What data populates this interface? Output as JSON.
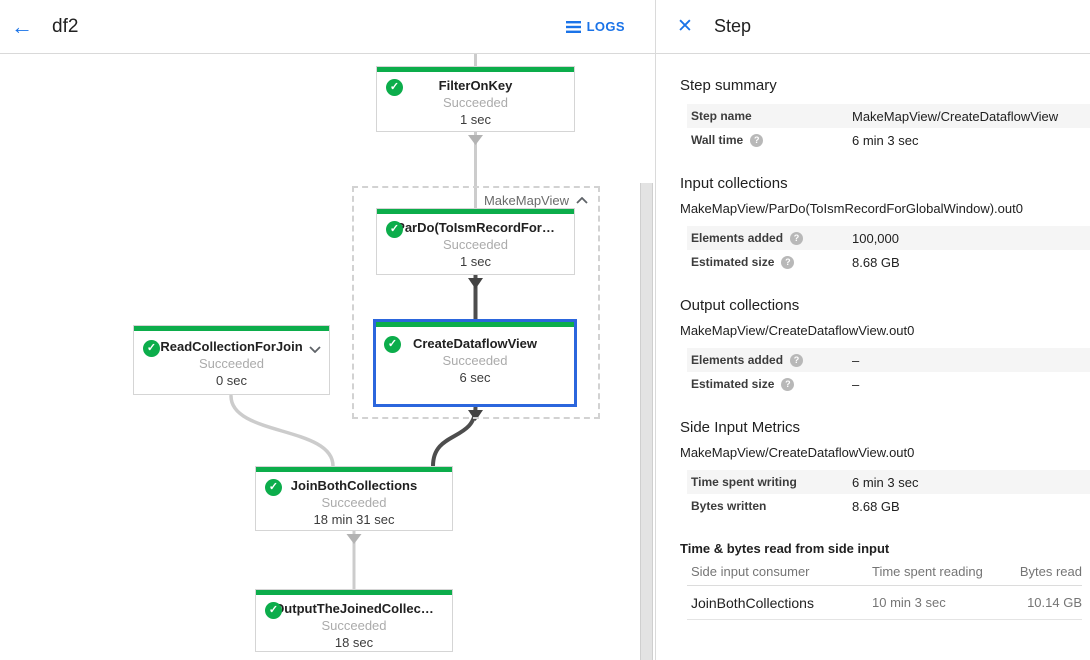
{
  "header": {
    "title": "df2",
    "logs_label": "LOGS"
  },
  "panel": {
    "title": "Step"
  },
  "graph": {
    "group_label": "MakeMapView",
    "nodes": [
      {
        "title": "FilterOnKey",
        "status": "Succeeded",
        "time": "1 sec"
      },
      {
        "title": "ParDo(ToIsmRecordFor…",
        "status": "Succeeded",
        "time": "1 sec"
      },
      {
        "title": "CreateDataflowView",
        "status": "Succeeded",
        "time": "6 sec",
        "selected": true
      },
      {
        "title": "ReadCollectionForJoin",
        "status": "Succeeded",
        "time": "0 sec"
      },
      {
        "title": "JoinBothCollections",
        "status": "Succeeded",
        "time": "18 min 31 sec"
      },
      {
        "title": "OutputTheJoinedCollec…",
        "status": "Succeeded",
        "time": "18 sec"
      }
    ],
    "colors": {
      "succeeded_green": "#0cad4b",
      "selected_border": "#2b66dd",
      "edge_light": "#cccccc",
      "edge_dark": "#4d4d4d"
    }
  },
  "step_summary": {
    "heading": "Step summary",
    "rows": [
      {
        "label": "Step name",
        "value": "MakeMapView/CreateDataflowView"
      },
      {
        "label": "Wall time",
        "value": "6 min 3 sec"
      }
    ]
  },
  "input_collections": {
    "heading": "Input collections",
    "collection": "MakeMapView/ParDo(ToIsmRecordForGlobalWindow).out0",
    "rows": [
      {
        "label": "Elements added",
        "value": "100,000"
      },
      {
        "label": "Estimated size",
        "value": "8.68 GB"
      }
    ]
  },
  "output_collections": {
    "heading": "Output collections",
    "collection": "MakeMapView/CreateDataflowView.out0",
    "rows": [
      {
        "label": "Elements added",
        "value": "–"
      },
      {
        "label": "Estimated size",
        "value": "–"
      }
    ]
  },
  "side_input_metrics": {
    "heading": "Side Input Metrics",
    "collection": "MakeMapView/CreateDataflowView.out0",
    "rows": [
      {
        "label": "Time spent writing",
        "value": "6 min 3 sec"
      },
      {
        "label": "Bytes written",
        "value": "8.68 GB"
      }
    ]
  },
  "side_input_table": {
    "heading": "Time & bytes read from side input",
    "columns": [
      "Side input consumer",
      "Time spent reading",
      "Bytes read"
    ],
    "rows": [
      {
        "consumer": "JoinBothCollections",
        "time_reading": "10 min 3 sec",
        "bytes_read": "10.14 GB"
      }
    ]
  },
  "accent_color": "#1a73e8"
}
